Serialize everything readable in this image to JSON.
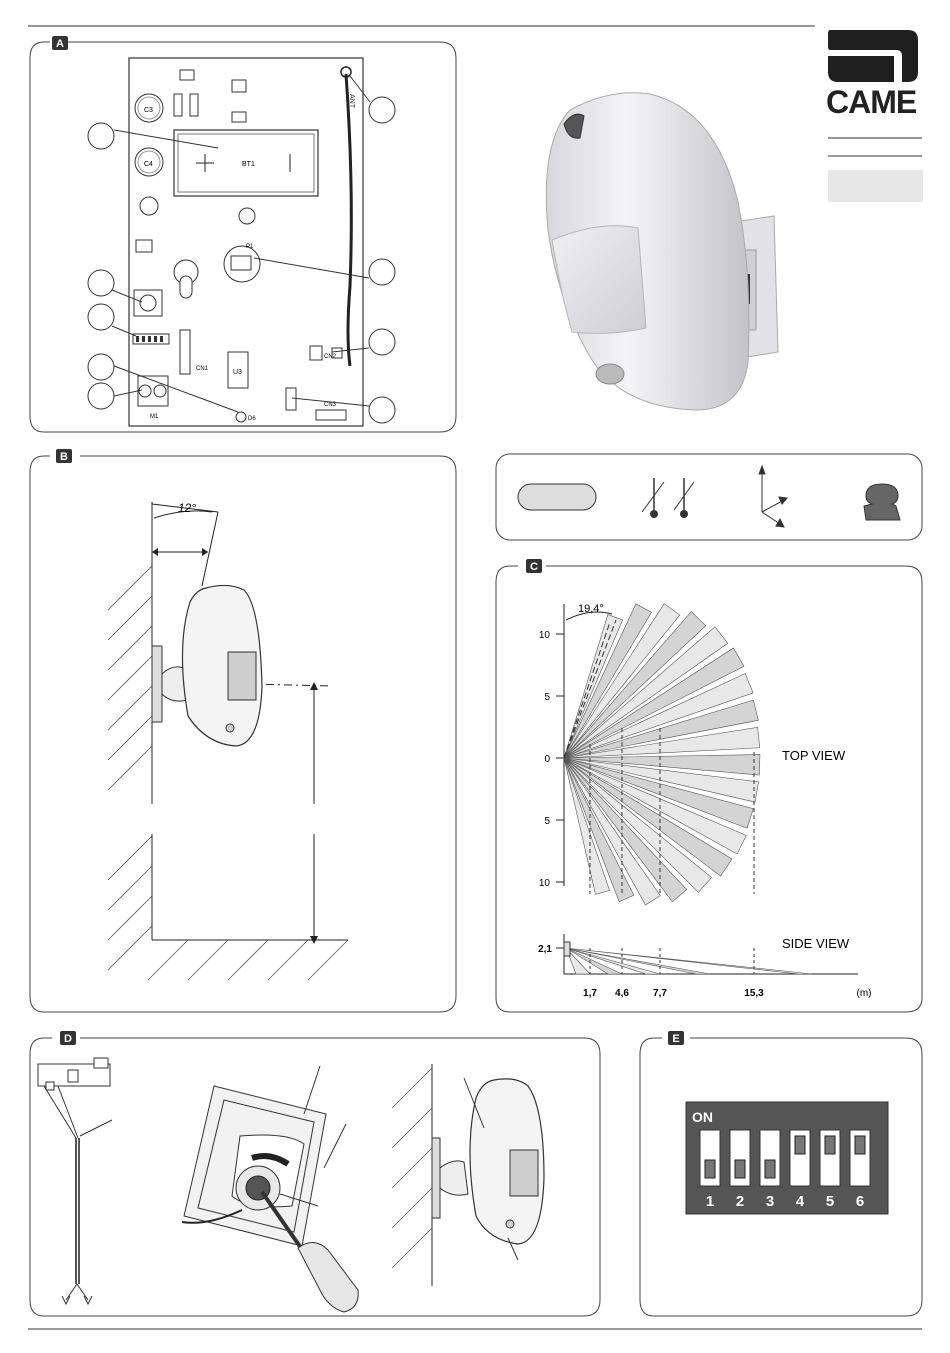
{
  "brand": {
    "name": "CAME",
    "accent": "#222222",
    "shade": "#e6e6e6"
  },
  "panels": {
    "A": {
      "letter": "A"
    },
    "B": {
      "letter": "B",
      "tilt_label": "12°"
    },
    "C": {
      "letter": "C",
      "cone_label": "19,4°",
      "top_view_label": "TOP VIEW",
      "side_view_label": "SIDE VIEW",
      "y_ticks": [
        "10",
        "5",
        "0",
        "5",
        "10"
      ],
      "side_height_label": "2,1",
      "x_ticks": [
        "1,7",
        "4,6",
        "7,7",
        "15,3"
      ],
      "unit_label": "(m)"
    },
    "D": {
      "letter": "D"
    },
    "E": {
      "letter": "E",
      "on_label": "ON",
      "switches": [
        {
          "number": "1",
          "state": "off"
        },
        {
          "number": "2",
          "state": "off"
        },
        {
          "number": "3",
          "state": "off"
        },
        {
          "number": "4",
          "state": "on"
        },
        {
          "number": "5",
          "state": "on"
        },
        {
          "number": "6",
          "state": "on"
        }
      ]
    }
  },
  "pcb_labels": {
    "antenna": "ANT",
    "battery": "BT1",
    "c3": "C3",
    "c4": "C4",
    "u3": "U3",
    "m1": "M1",
    "cn1": "CN1",
    "cn2": "CN2",
    "cn3": "CN3",
    "p1": "P1",
    "d6": "D6"
  },
  "icons": [
    "temperature-icon",
    "axes-icon",
    "weight-icon",
    "pill-icon"
  ]
}
